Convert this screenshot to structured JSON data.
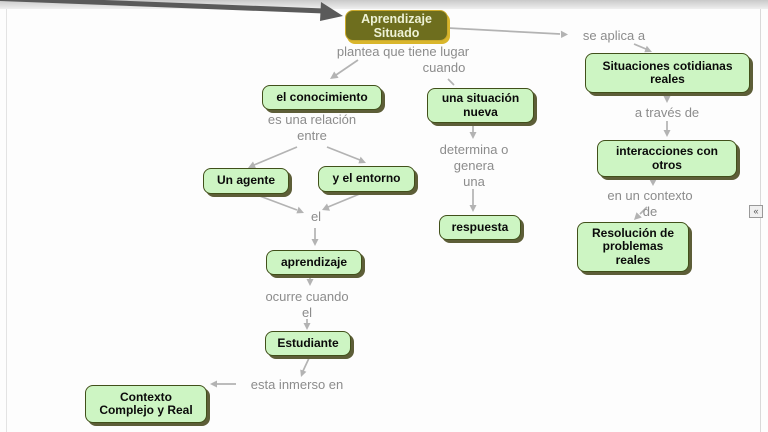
{
  "colors": {
    "node-fill": "#cdf5c3",
    "node-border": "#41501a",
    "node-shadow": "#5d5e38",
    "node-text": "#0a0a0a",
    "main-fill": "#6e6e1e",
    "main-border": "#caa92a",
    "main-shadow": "#d9b62c",
    "main-text": "#eef2d6",
    "label-text": "#8c8c8c",
    "line": "#b3b3b3",
    "dark-arrow": "#5a5a5a"
  },
  "map": {
    "nodes": {
      "root": {
        "label": "Aprendizaje\nSituado"
      },
      "conocimiento": {
        "label": "el conocimiento"
      },
      "agente": {
        "label": "Un agente"
      },
      "entorno": {
        "label": "y el entorno"
      },
      "aprendizaje": {
        "label": "aprendizaje"
      },
      "estudiante": {
        "label": "Estudiante"
      },
      "contexto": {
        "label": "Contexto\nComplejo y Real"
      },
      "situacion": {
        "label": "una situación\nnueva"
      },
      "respuesta": {
        "label": "respuesta"
      },
      "situaciones": {
        "label": "Situaciones cotidianas\nreales"
      },
      "interacciones": {
        "label": "interacciones con\notros"
      },
      "resolucion": {
        "label": "Resolución de\nproblemas\nreales"
      }
    },
    "links": {
      "plantea": {
        "label": "plantea que tiene lugar"
      },
      "cuando": {
        "label": "cuando"
      },
      "relacion": {
        "label": "es una relación\nentre"
      },
      "el1": {
        "label": "el"
      },
      "ocurre": {
        "label": "ocurre cuando\nel"
      },
      "inmerso": {
        "label": "esta inmerso en"
      },
      "determina": {
        "label": "determina o\ngenera\nuna"
      },
      "aplica": {
        "label": "se aplica a"
      },
      "traves": {
        "label": "a través de"
      },
      "contextode": {
        "label": "en un contexto\nde"
      }
    }
  },
  "player": {
    "rewind_glyph": "«"
  }
}
